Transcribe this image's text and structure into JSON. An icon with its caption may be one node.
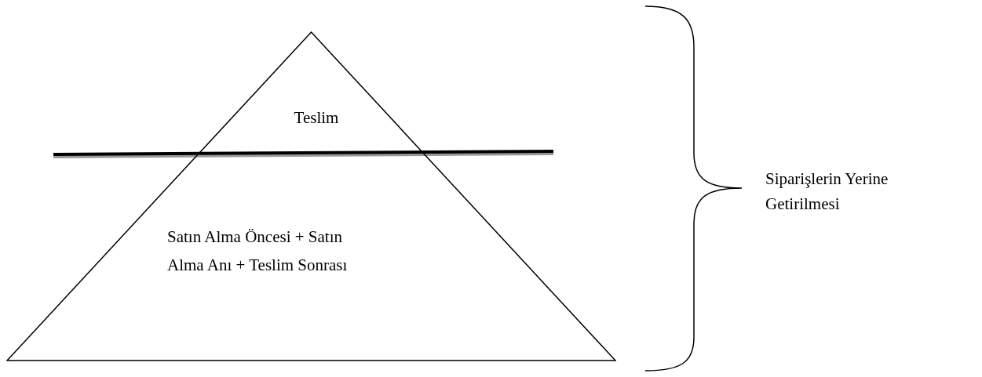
{
  "diagram": {
    "nodes": [
      {
        "text": [
          "Teslim",
          "Satın Alma Öncesi + Satın Alma Anı + Teslim Sonrası"
        ]
      }
    ],
    "edges": [],
    "labels": [
      "Siparişlerin Yerine Getirilmesi"
    ]
  }
}
